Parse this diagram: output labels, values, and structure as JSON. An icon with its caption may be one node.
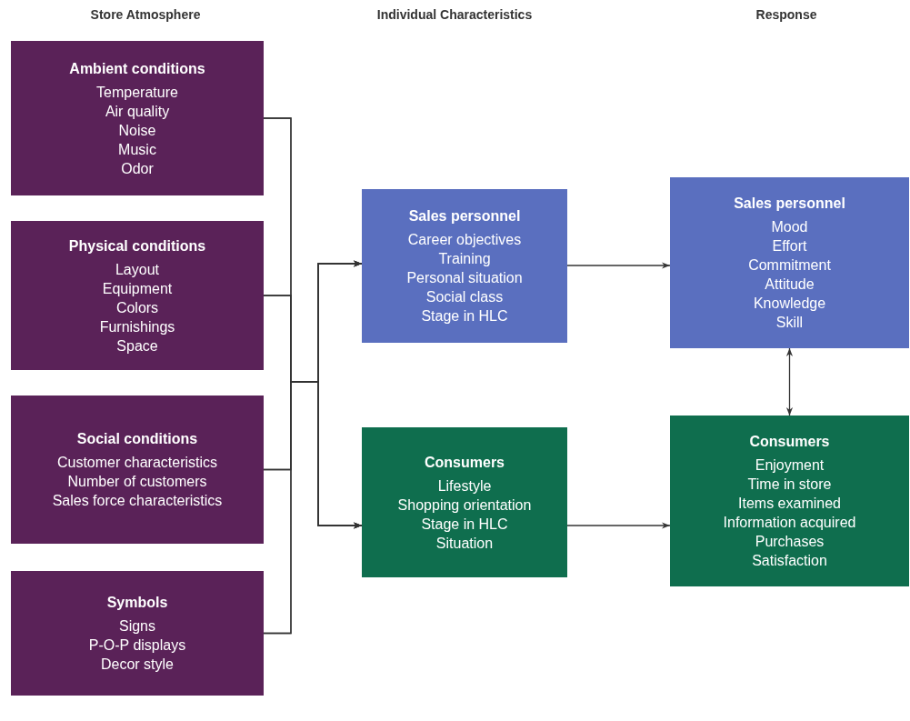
{
  "diagram": {
    "nodes": [
      {
        "text": [
          "Ambient conditions",
          "Temperature",
          "Air quality",
          "Noise",
          "Music",
          "Odor"
        ]
      },
      {
        "text": [
          "Physical conditions",
          "Layout",
          "Equipment",
          "Colors",
          "Furnishings",
          "Space"
        ]
      },
      {
        "text": [
          "Social conditions",
          "Customer characteristics",
          "Number of customers",
          "Sales force characteristics"
        ]
      },
      {
        "text": [
          "Symbols",
          "Signs",
          "P-O-P displays",
          "Decor style"
        ]
      },
      {
        "text": [
          "Sales personnel",
          "Career objectives",
          "Training",
          "Personal situation",
          "Social class",
          "Stage in HLC"
        ]
      },
      {
        "text": [
          "Consumers",
          "Lifestyle",
          "Shopping orientation",
          "Stage in HLC",
          "Situation"
        ]
      },
      {
        "text": [
          "Sales personnel",
          "Mood",
          "Effort",
          "Commitment",
          "Attitude",
          "Knowledge",
          "Skill"
        ]
      },
      {
        "text": [
          "Consumers",
          "Enjoyment",
          "Time in store",
          "Items examined",
          "Information acquired",
          "Purchases",
          "Satisfaction"
        ]
      }
    ],
    "edges": [
      {
        "from": 0,
        "to": 4,
        "arrow": "to"
      },
      {
        "from": 0,
        "to": 5,
        "arrow": "to"
      },
      {
        "from": 1,
        "to": 4,
        "arrow": "to"
      },
      {
        "from": 1,
        "to": 5,
        "arrow": "to"
      },
      {
        "from": 2,
        "to": 4,
        "arrow": "to"
      },
      {
        "from": 2,
        "to": 5,
        "arrow": "to"
      },
      {
        "from": 3,
        "to": 4,
        "arrow": "to"
      },
      {
        "from": 3,
        "to": 5,
        "arrow": "to"
      },
      {
        "from": 4,
        "to": 6,
        "arrow": "to"
      },
      {
        "from": 5,
        "to": 7,
        "arrow": "to"
      },
      {
        "from": 6,
        "to": 7,
        "arrow": "both"
      }
    ],
    "labels": [
      "Store Atmosphere",
      "Individual Characteristics",
      "Response"
    ]
  }
}
